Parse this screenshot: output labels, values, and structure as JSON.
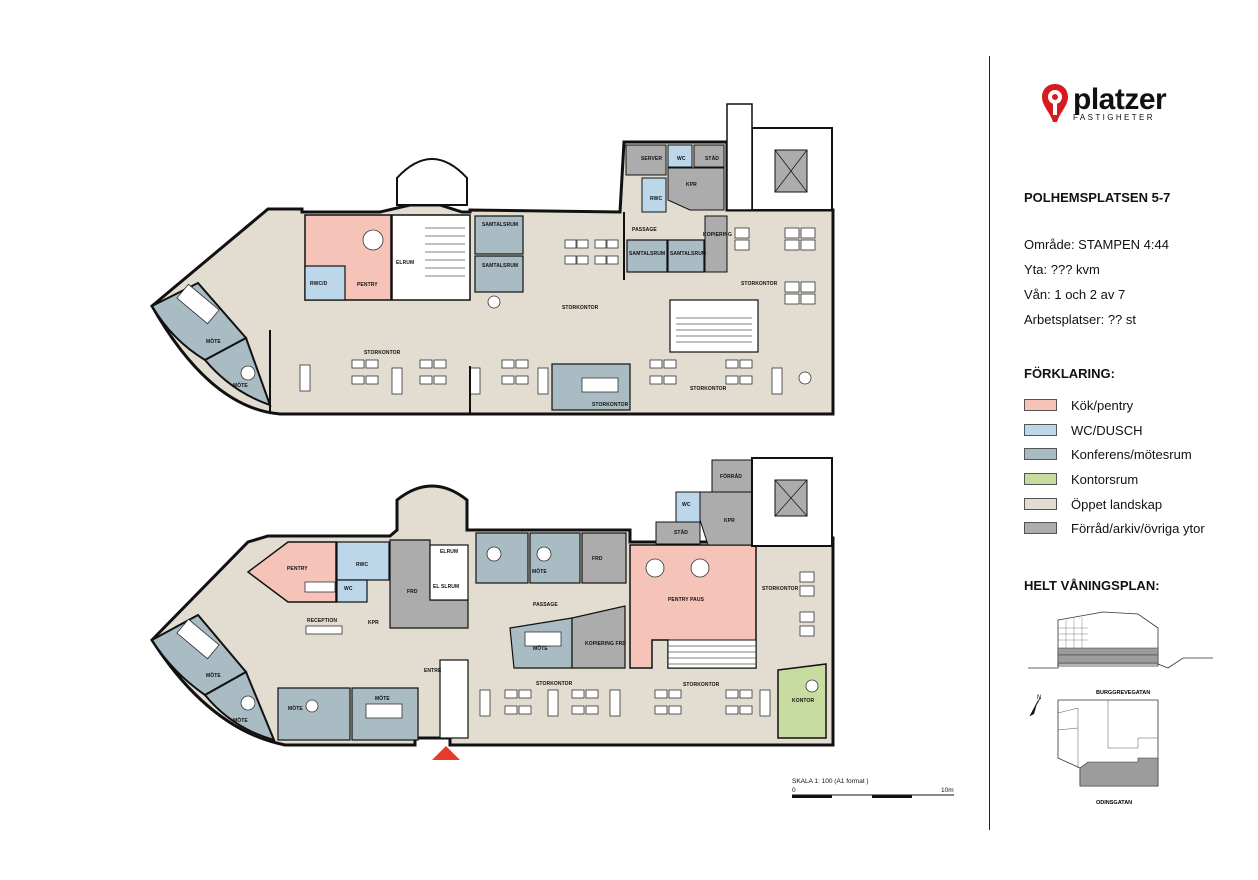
{
  "logo": {
    "name": "platzer",
    "sub": "FASTIGHETER",
    "color": "#d71920"
  },
  "property": "POLHEMSPLATSEN 5-7",
  "info": [
    "Område: STAMPEN 4:44",
    "Yta: ??? kvm",
    "Vån: 1 och 2 av 7",
    "Arbetsplatser: ?? st"
  ],
  "legend_title": "FÖRKLARING:",
  "legend": [
    {
      "label": "Kök/pentry",
      "color": "#f6c3b9"
    },
    {
      "label": "WC/DUSCH",
      "color": "#bcd7ea"
    },
    {
      "label": "Konferens/mötesrum",
      "color": "#a9bcc4"
    },
    {
      "label": "Kontorsrum",
      "color": "#c9dc9f"
    },
    {
      "label": "Öppet landskap",
      "color": "#e3dcd0"
    },
    {
      "label": "Förråd/arkiv/övriga ytor",
      "color": "#acacac"
    }
  ],
  "floor_title": "HELT VÅNINGSPLAN:",
  "keymap": {
    "north": "N",
    "street_top": "BURGGREVEGATAN",
    "street_bottom": "ODINSGATAN"
  },
  "scale": {
    "label": "SKALA 1: 100 (A1 format )",
    "start": "0",
    "end": "10m"
  },
  "plan_labels": {
    "upper": [
      "SERVER",
      "WC",
      "STÄD",
      "RWC",
      "KPR",
      "SAMTALSRUM",
      "SAMTALSRUM",
      "PASSAGE",
      "SAMTALSRUM",
      "SAMTALSRUM",
      "KOPIERING",
      "STORKONTOR",
      "STORKONTOR",
      "MÖTE",
      "MÖTE",
      "STORKONTOR",
      "STORKONTOR",
      "PENTRY",
      "RWC/D",
      "ELRUM",
      "STORKONTOR"
    ],
    "lower": [
      "FÖRRÅD",
      "WC",
      "KPR",
      "STÄD",
      "PENTRY",
      "RWC",
      "WC",
      "ELRUM",
      "EL SLRUM",
      "FRD",
      "RECEPTION",
      "KPR",
      "MÖTE",
      "MÖTE",
      "MÖTE",
      "MÖTE",
      "MÖTE",
      "PASSAGE",
      "FRD",
      "MÖTE",
      "KOPIERING FRD",
      "PENTRY PAUS",
      "STORKONTOR",
      "STORKONTOR",
      "STORKONTOR",
      "KONTOR",
      "ENTRÉ"
    ]
  }
}
